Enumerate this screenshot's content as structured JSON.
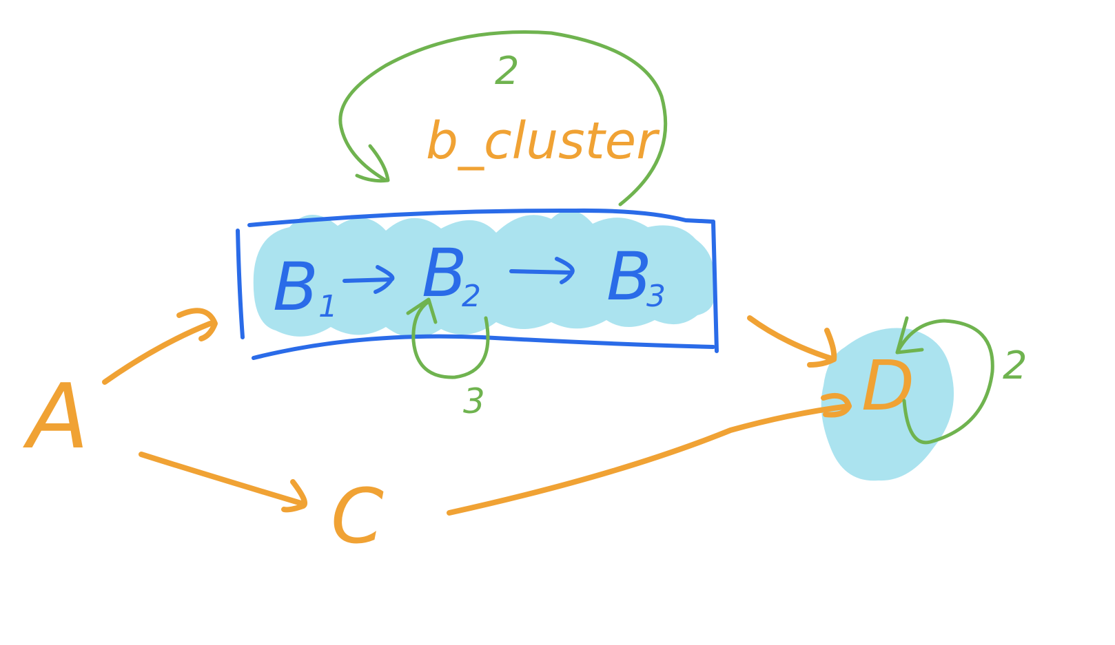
{
  "colors": {
    "orange": "#f0a234",
    "blue": "#2a6be8",
    "cyan": "#abe3ef",
    "green": "#6fb34f",
    "background": "#ffffff"
  },
  "nodes": {
    "a": "A",
    "c": "C",
    "d": "D",
    "b1": "B",
    "b1_sub": "1",
    "b2": "B",
    "b2_sub": "2",
    "b3": "B",
    "b3_sub": "3"
  },
  "cluster": {
    "label": "b_cluster",
    "loop_count": "2"
  },
  "loops": {
    "b2_count": "3",
    "d_count": "2"
  },
  "edges": [
    {
      "from": "A",
      "to": "b_cluster"
    },
    {
      "from": "A",
      "to": "C"
    },
    {
      "from": "C",
      "to": "D"
    },
    {
      "from": "b_cluster",
      "to": "D"
    },
    {
      "from": "B1",
      "to": "B2"
    },
    {
      "from": "B2",
      "to": "B3"
    },
    {
      "from": "b_cluster",
      "to": "b_cluster"
    },
    {
      "from": "B2",
      "to": "B2"
    },
    {
      "from": "D",
      "to": "D"
    }
  ]
}
